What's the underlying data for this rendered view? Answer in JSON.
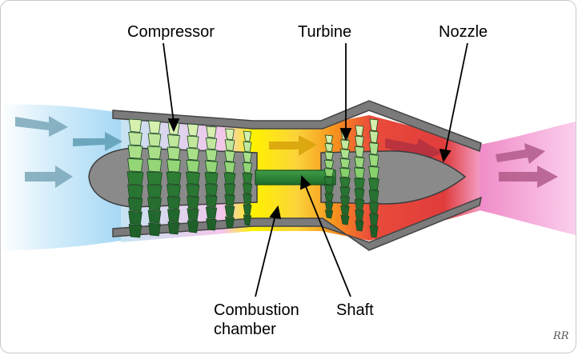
{
  "labels": {
    "compressor": "Compressor",
    "turbine": "Turbine",
    "nozzle": "Nozzle",
    "combustion_line1": "Combustion",
    "combustion_line2": "chamber",
    "shaft": "Shaft"
  },
  "signature": "RR",
  "colors": {
    "intake_air": "#a9daf5",
    "compressor_pink": "#f0b8e0",
    "combustion_yellow": "#fff200",
    "combustion_orange": "#f7941d",
    "turbine_red": "#e8423b",
    "exhaust_pink": "#f7a9d8",
    "blade_light": "#d9f0b0",
    "blade_dark": "#1f6b2a",
    "casing": "#7a7a7a",
    "shaft": "#2d8a3c"
  }
}
